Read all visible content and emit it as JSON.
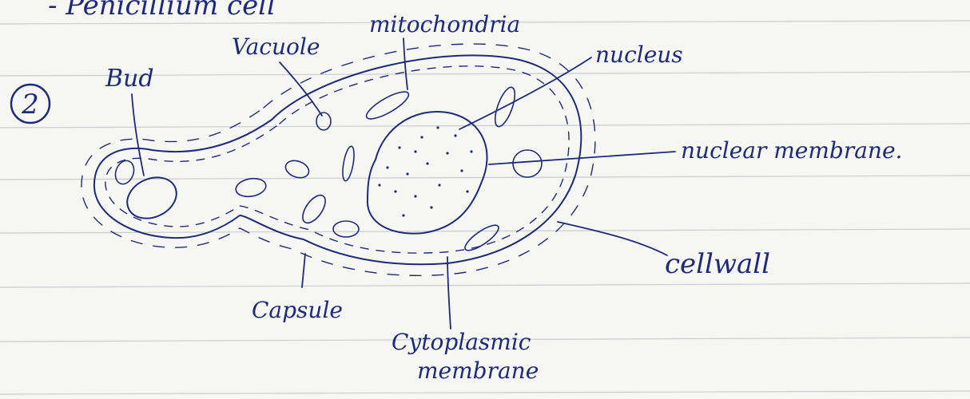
{
  "page": {
    "header_fragment": "- Penicillium cell",
    "item_number": "2"
  },
  "labels": {
    "bud": "Bud",
    "vacuole": "Vacuole",
    "mitochondria": "mitochondria",
    "nucleus": "nucleus",
    "nuclear_membrane": "nuclear membrane.",
    "cell_wall": "cellwall",
    "capsule": "Capsule",
    "cytoplasmic_membrane_line1": "Cytoplasmic",
    "cytoplasmic_membrane_line2": "membrane"
  },
  "colors": {
    "ink": "#1f2a7a",
    "paper": "#f6f6f3",
    "rule_line": "#c9ccd2"
  }
}
